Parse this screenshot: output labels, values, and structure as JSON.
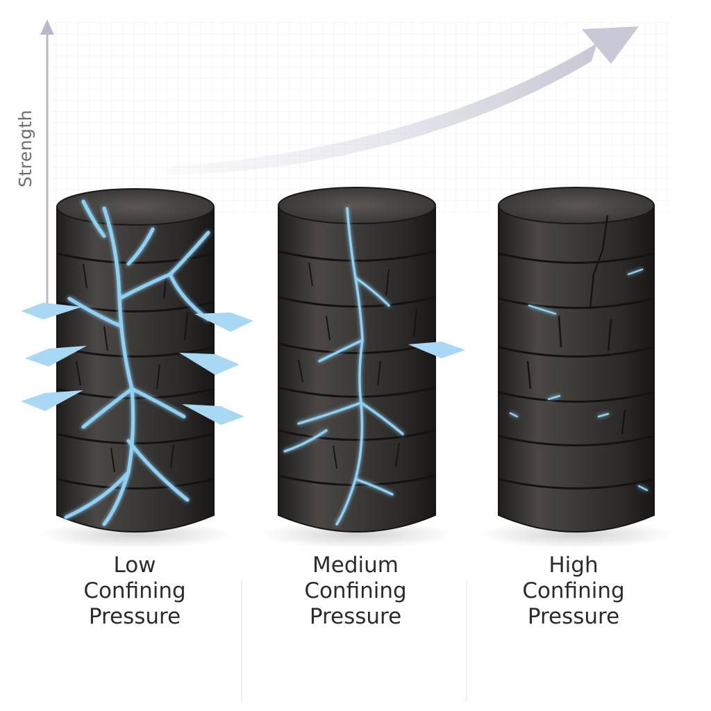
{
  "axis": {
    "label": "Strength"
  },
  "cylinders": [
    {
      "id": "low",
      "caption": [
        "Low",
        "Confining",
        "Pressure"
      ],
      "damage": "extensive"
    },
    {
      "id": "medium",
      "caption": [
        "Medium",
        "Confining",
        "Pressure"
      ],
      "damage": "moderate"
    },
    {
      "id": "high",
      "caption": [
        "High",
        "Confining",
        "Pressure"
      ],
      "damage": "minimal"
    }
  ],
  "colors": {
    "rock": "#3a3836",
    "rock_dark": "#1e1d1c",
    "crack_glow": "#8fd0f5",
    "arrow": "#a8d8f4",
    "axis": "#b9b9c9",
    "trend_arrow": "#d7d7e2",
    "grid": "#ececf3",
    "caption_text": "#2b2b2b"
  },
  "icons": [
    "strength-axis-arrow",
    "strength-trend-arrow",
    "lateral-pressure-arrow"
  ]
}
